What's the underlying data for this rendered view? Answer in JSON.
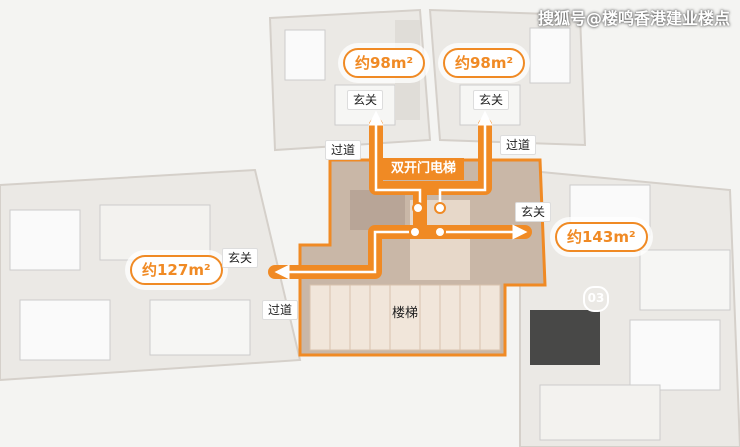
{
  "watermark": "搜狐号@楼鸣香港建业楼点",
  "units": {
    "top_left_area": "约98",
    "top_right_area": "约98",
    "left_area": "约127",
    "right_area": "约143",
    "area_unit": "m²"
  },
  "labels": {
    "entry_top_left": "玄关",
    "entry_top_right": "玄关",
    "entry_left": "玄关",
    "entry_right": "玄关",
    "corridor_top_left": "过道",
    "corridor_top_right": "过道",
    "corridor_left": "过道",
    "elevator": "双开门电梯",
    "stairs": "楼梯",
    "unit_number": "03"
  },
  "colors": {
    "accent": "#f08a24",
    "floor": "#e8e6e2",
    "wall": "#cfcac4",
    "core": "#c2b1a3"
  }
}
